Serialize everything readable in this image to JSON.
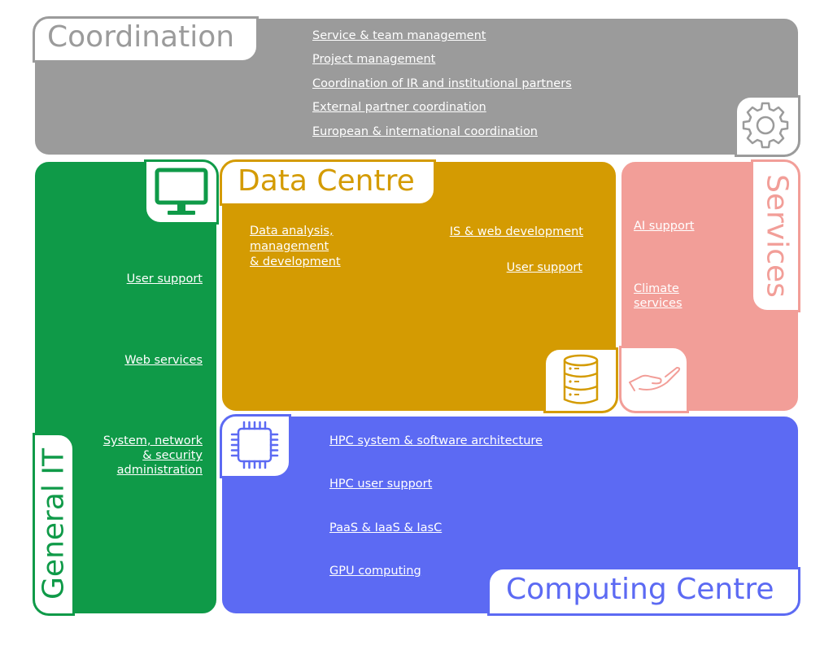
{
  "coordination": {
    "title": "Coordination",
    "items": [
      "Service & team management",
      "Project management",
      "Coordination of IR and institutional partners",
      "External partner coordination",
      "European & international coordination"
    ],
    "icon": "gear-icon",
    "color": "#9b9b9b"
  },
  "general_it": {
    "title": "General IT",
    "items": [
      "User support",
      "Web services",
      "System, network",
      "& security",
      "administration"
    ],
    "icon": "monitor-icon",
    "color": "#0f9a48"
  },
  "data_centre": {
    "title": "Data Centre",
    "items": [
      "Data analysis,",
      "management",
      "& development",
      "IS & web development",
      "User support"
    ],
    "icon": "database-icon",
    "color": "#d49b02"
  },
  "services": {
    "title": "Services",
    "items": [
      "AI support",
      "Climate",
      "services"
    ],
    "icon": "hand-icon",
    "color": "#f29e98"
  },
  "computing_centre": {
    "title": "Computing Centre",
    "items": [
      "HPC system & software architecture",
      "HPC user support",
      "PaaS & IaaS & IasC",
      "GPU computing"
    ],
    "icon": "chip-icon",
    "color": "#5c6af3"
  }
}
